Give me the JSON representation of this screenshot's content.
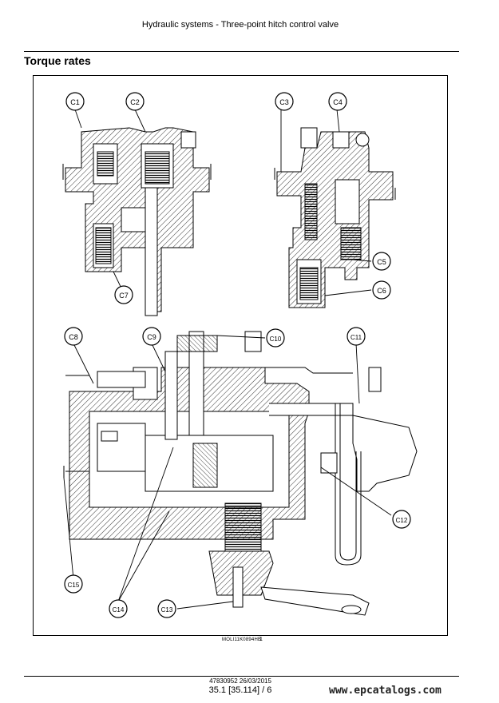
{
  "header": {
    "title": "Hydraulic systems - Three-point hitch control valve"
  },
  "section": {
    "heading": "Torque rates"
  },
  "callouts": {
    "c1": "C1",
    "c2": "C2",
    "c3": "C3",
    "c4": "C4",
    "c5": "C5",
    "c6": "C6",
    "c7": "C7",
    "c8": "C8",
    "c9": "C9",
    "c10": "C10",
    "c11": "C11",
    "c12": "C12",
    "c13": "C13",
    "c14": "C14",
    "c15": "C15"
  },
  "figure": {
    "code": "MOLI11K0894HB",
    "number": "1"
  },
  "footer": {
    "doc_id": "47830952 26/03/2015",
    "page_ref": "35.1 [35.114] / 6"
  },
  "watermark": "www.epcatalogs.com"
}
